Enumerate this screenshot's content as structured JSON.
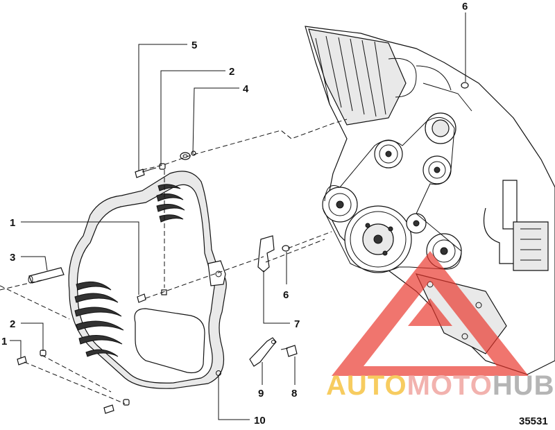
{
  "callouts": [
    {
      "id": "c5",
      "label": "5"
    },
    {
      "id": "c2a",
      "label": "2"
    },
    {
      "id": "c4",
      "label": "4"
    },
    {
      "id": "c6a",
      "label": "6"
    },
    {
      "id": "c1a",
      "label": "1"
    },
    {
      "id": "c3",
      "label": "3"
    },
    {
      "id": "c2b",
      "label": "2"
    },
    {
      "id": "c1b",
      "label": "1"
    },
    {
      "id": "c6b",
      "label": "6"
    },
    {
      "id": "c7",
      "label": "7"
    },
    {
      "id": "c9",
      "label": "9"
    },
    {
      "id": "c8",
      "label": "8"
    },
    {
      "id": "c10",
      "label": "10"
    }
  ],
  "figure_number": "35531",
  "watermark": {
    "part1": "AUTO",
    "part2": "MOTO",
    "part3": "HUB",
    "colors": {
      "auto": "#f6c445",
      "moto": "#f0a5a0",
      "hub": "#a9a9a9",
      "triangle": "#e8342a"
    }
  }
}
